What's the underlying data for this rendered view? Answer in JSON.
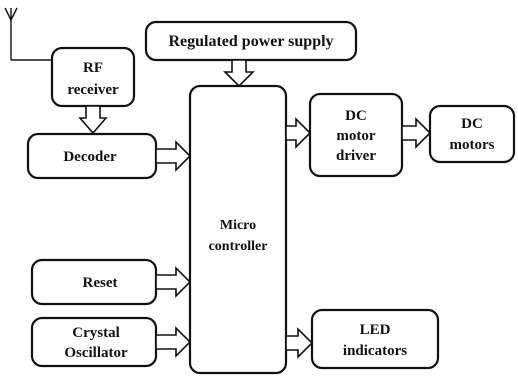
{
  "blocks": {
    "rf_receiver": {
      "line1": "RF",
      "line2": "receiver"
    },
    "power_supply": {
      "label": "Regulated power supply"
    },
    "decoder": {
      "label": "Decoder"
    },
    "microcontroller": {
      "line1": "Micro",
      "line2": "controller"
    },
    "motor_driver": {
      "line1": "DC",
      "line2": "motor",
      "line3": "driver"
    },
    "dc_motors": {
      "line1": "DC",
      "line2": "motors"
    },
    "reset": {
      "label": "Reset"
    },
    "crystal": {
      "line1": "Crystal",
      "line2": "Oscillator"
    },
    "led": {
      "line1": "LED",
      "line2": "indicators"
    }
  }
}
